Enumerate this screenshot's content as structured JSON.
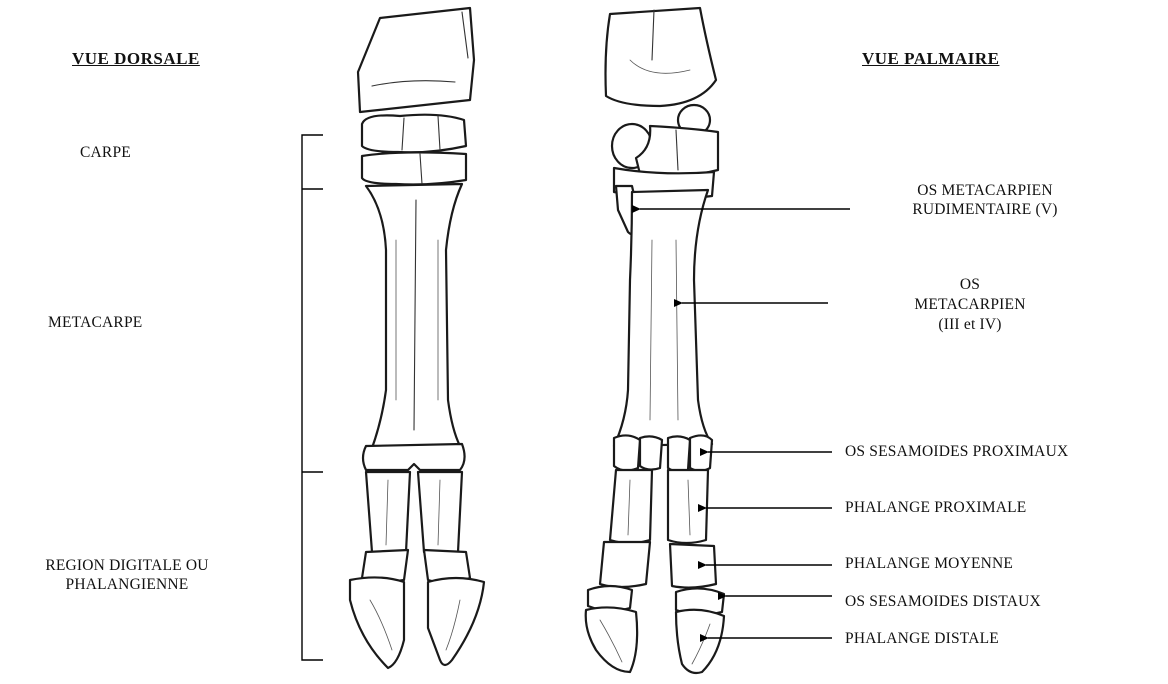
{
  "views": {
    "dorsal_title": "VUE DORSALE",
    "palmar_title": "VUE PALMAIRE"
  },
  "regions": {
    "carpe": "CARPE",
    "metacarpe": "METACARPE",
    "digital_line1": "REGION DIGITALE OU",
    "digital_line2": "PHALANGIENNE"
  },
  "annotations": {
    "os_metacarpien_rudimentaire_line1": "OS METACARPIEN",
    "os_metacarpien_rudimentaire_line2": "RUDIMENTAIRE (V)",
    "os_metacarpien_line1": "OS",
    "os_metacarpien_line2": "METACARPIEN",
    "os_metacarpien_line3": "(III et IV)",
    "sesamoides_proximaux": "OS SESAMOIDES PROXIMAUX",
    "phalange_proximale": "PHALANGE PROXIMALE",
    "phalange_moyenne": "PHALANGE MOYENNE",
    "sesamoides_distaux": "OS SESAMOIDES DISTAUX",
    "phalange_distale": "PHALANGE DISTALE"
  }
}
